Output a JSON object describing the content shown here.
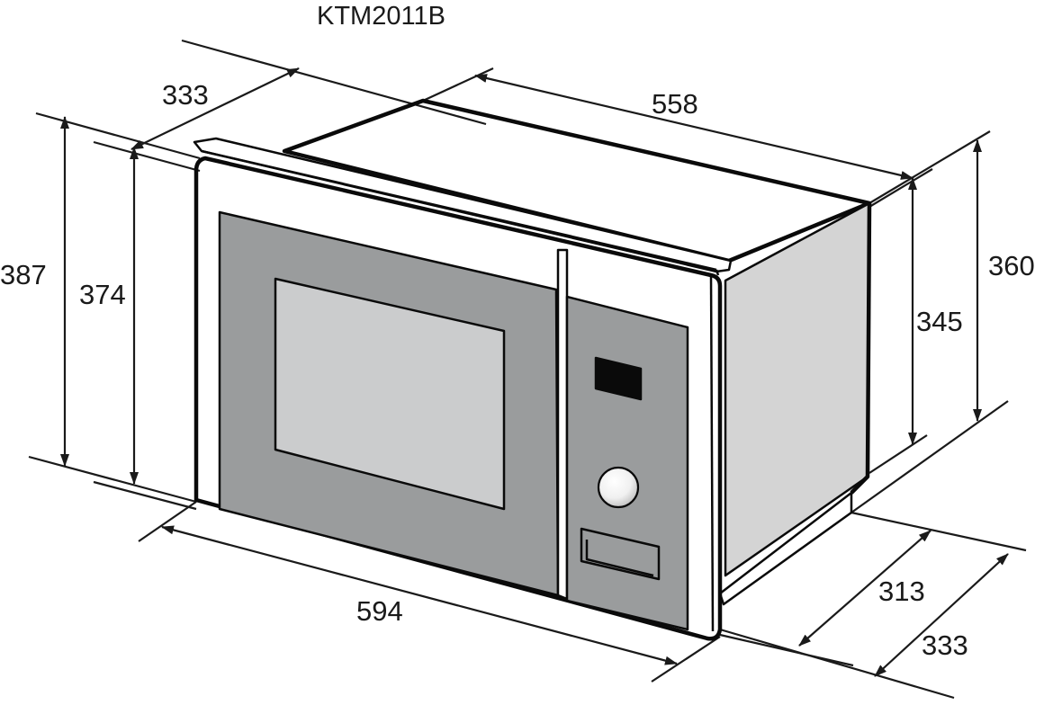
{
  "title": "KTM2011B",
  "dimensions": {
    "width_front": "594",
    "depth_top": "558",
    "frame_depth_top": "333",
    "height_outer": "387",
    "height_inner": "374",
    "height_right_outer": "360",
    "height_right_inner": "345",
    "depth_bottom_inner": "313",
    "depth_bottom_outer": "333"
  },
  "colors": {
    "panel": "#9a9c9d",
    "window": "#cbcccd",
    "side": "#d4d4d4",
    "display": "#0a0a0a",
    "outline": "#0a0a0a"
  }
}
